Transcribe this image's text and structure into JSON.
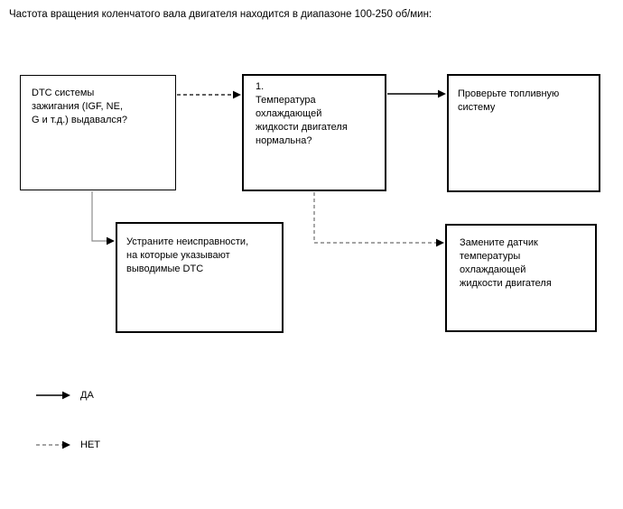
{
  "page": {
    "intro_text": "Частота вращения коленчатого вала двигателя находится в диапазоне 100-250 об/мин:"
  },
  "flowchart": {
    "nodes": {
      "dtc_question": {
        "text": "DTC системы\nзажигания (IGF, NE,\nG и т.д.) выдавался?"
      },
      "coolant_question": {
        "text": "1.\nТемпература\nохлаждающей\nжидкости двигателя\nнормальна?"
      },
      "check_fuel": {
        "text": "Проверьте топливную\nсистему"
      },
      "fix_dtc": {
        "text": "Устраните неисправности,\nна которые указывают\nвыводимые DTC"
      },
      "replace_sensor": {
        "text": "Замените датчик\nтемпературы\nохлаждающей\nжидкости двигателя"
      }
    },
    "legend": {
      "yes_label": "ДА",
      "no_label": "НЕТ"
    }
  },
  "colors": {
    "background": "#ffffff",
    "text": "#000000",
    "box_border": "#000000",
    "connector_solid": "#000000",
    "connector_gray_solid": "#8c8c8c",
    "connector_gray_dashed": "#6e6e6e"
  }
}
